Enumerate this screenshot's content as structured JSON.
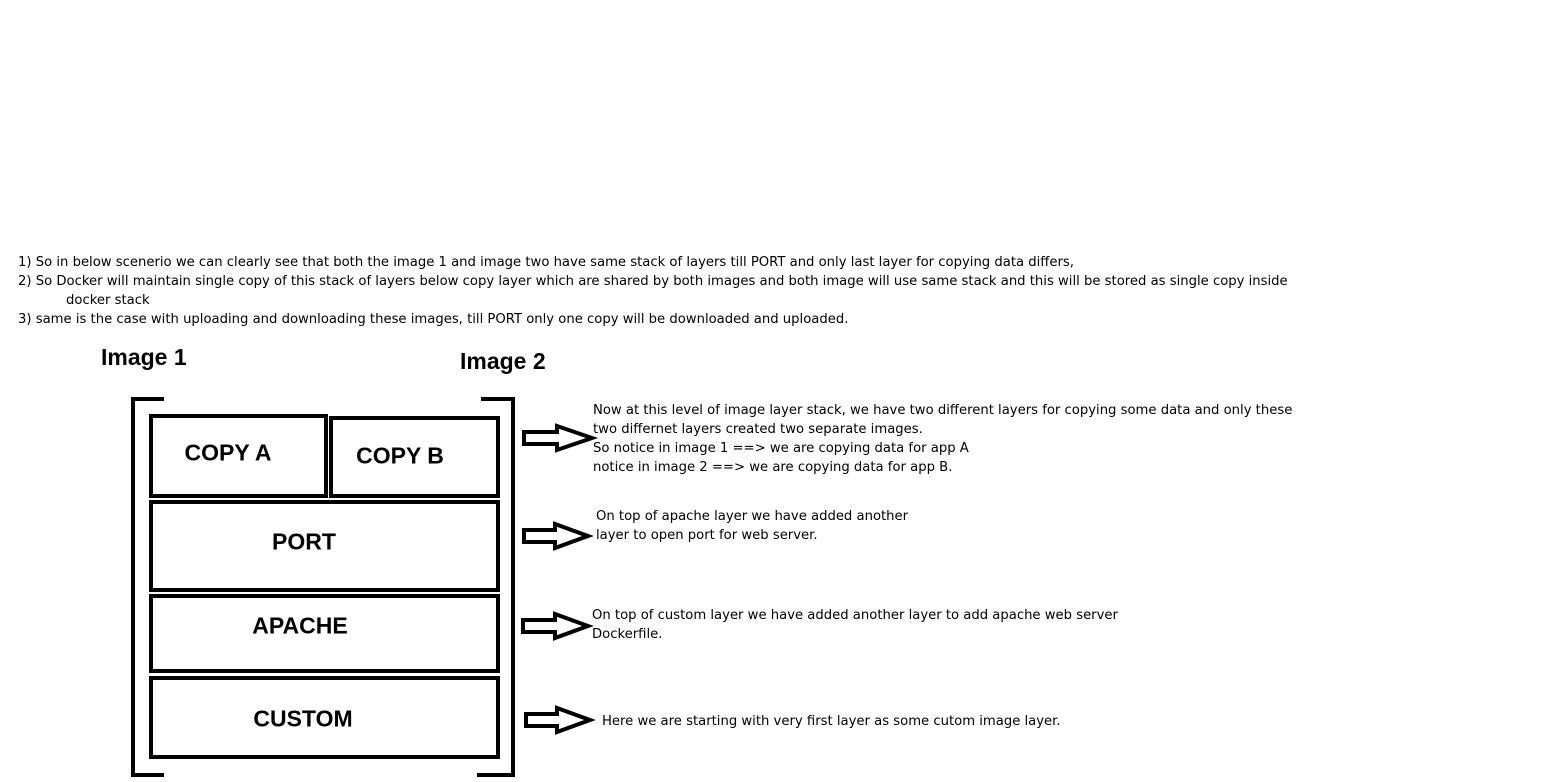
{
  "intro": {
    "lines": [
      "1) So in below scenerio we can clearly see that both the image 1 and image two have same stack of layers till PORT and only last layer for copying data differs,",
      "2) So Docker will maintain single copy of this stack of layers below copy layer which are shared by both images and both image will use same stack and this will be stored as single copy inside",
      "docker stack",
      "3) same is the case with uploading and downloading these images, till PORT only one copy will be downloaded and uploaded."
    ]
  },
  "images": {
    "image1_label": "Image 1",
    "image2_label": "Image 2"
  },
  "layers": {
    "copy_a": "COPY A",
    "copy_b": "COPY B",
    "port": "PORT",
    "apache": "APACHE",
    "custom": "CUSTOM"
  },
  "notes": {
    "copy": [
      "Now at this level of image layer stack, we have two different layers for copying some data and only these",
      "two differnet layers created two separate images.",
      "So notice in image 1 ==> we are copying data for app A",
      "notice in image 2 ==> we are copying data for app B."
    ],
    "port": [
      "On top of apache layer we have added another",
      "layer to open port for web server."
    ],
    "apache": [
      "On top of custom layer we have added another layer to add apache web server",
      "Dockerfile."
    ],
    "custom": [
      "Here we are starting with very first layer as some cutom image layer."
    ]
  }
}
